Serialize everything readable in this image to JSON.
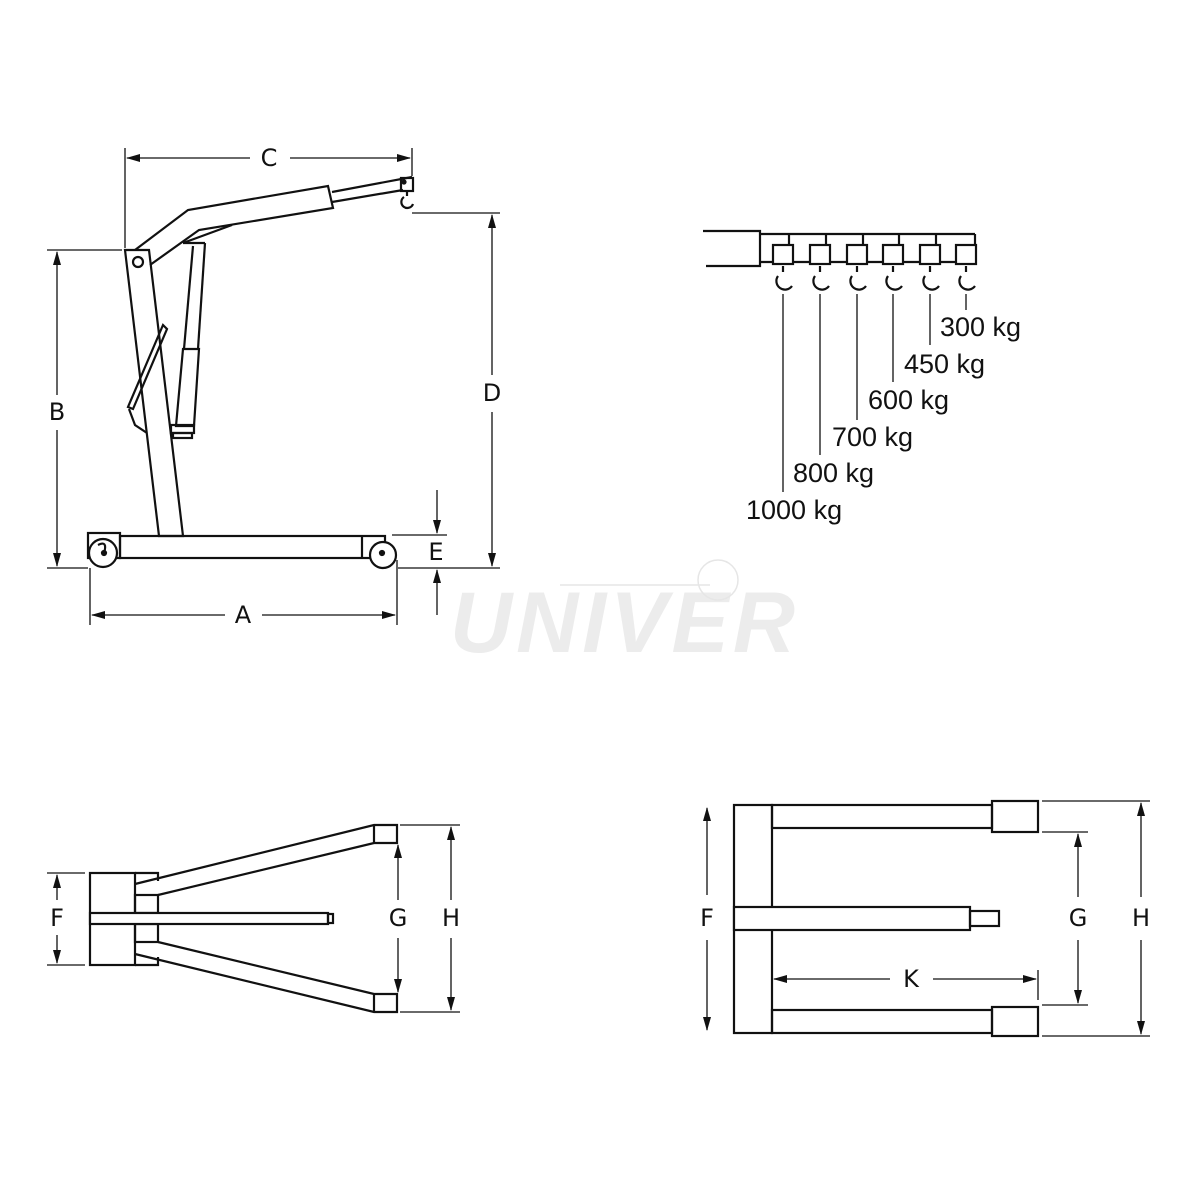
{
  "side_view": {
    "dimensions": {
      "A": "A",
      "B": "B",
      "C": "C",
      "D": "D",
      "E": "E"
    }
  },
  "hook_positions": {
    "capacities": [
      "1000 kg",
      "800 kg",
      "700 kg",
      "600 kg",
      "450 kg",
      "300 kg"
    ]
  },
  "top_view_spread": {
    "dimensions": {
      "F": "F",
      "G": "G",
      "H": "H"
    }
  },
  "top_view_folded": {
    "dimensions": {
      "F": "F",
      "G": "G",
      "H": "H",
      "K": "K"
    }
  },
  "watermark": {
    "text": "UNIVER"
  },
  "colors": {
    "line": "#111111",
    "watermark": "#ececec",
    "background": "#ffffff"
  }
}
